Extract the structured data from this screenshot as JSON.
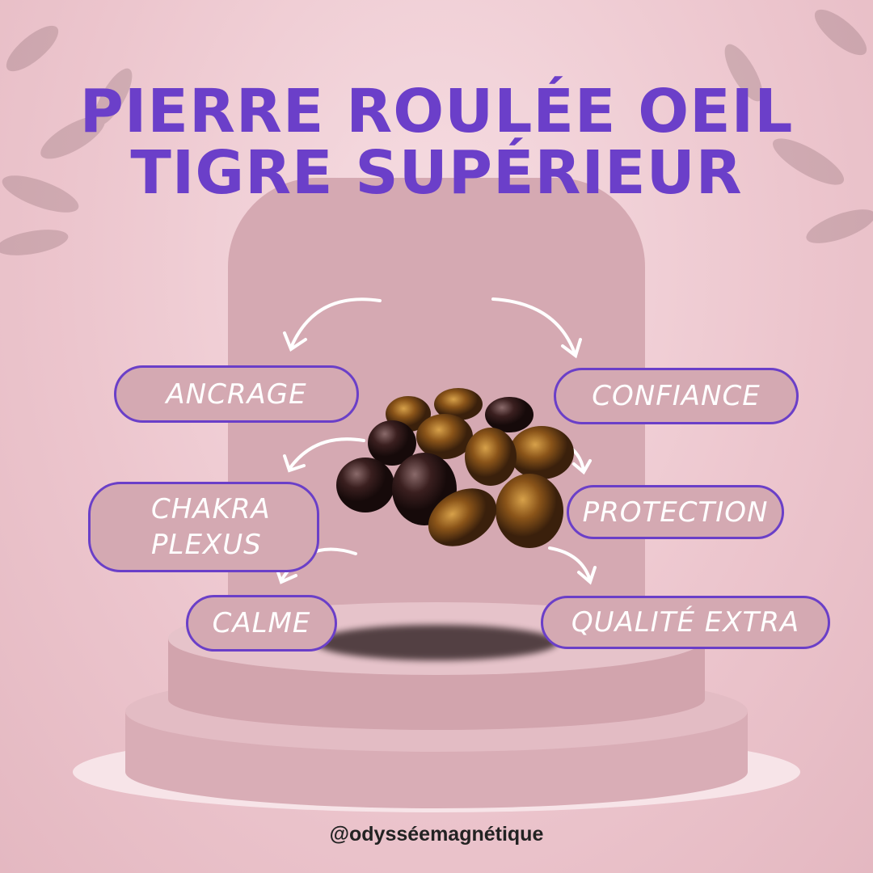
{
  "title": {
    "line1": "PIERRE ROULÉE OEIL",
    "line2": "TIGRE SUPÉRIEUR"
  },
  "benefits": [
    "ANCRAGE",
    "CONFIANCE",
    "CHAKRA",
    "PLEXUS",
    "PROTECTION",
    "CALME",
    "QUALITÉ EXTRA"
  ],
  "footer": "@odysséemagnétique",
  "colors": {
    "accent": "#6a3fc8",
    "background": "#ecc5cd",
    "pill": "#d4a9b2"
  }
}
